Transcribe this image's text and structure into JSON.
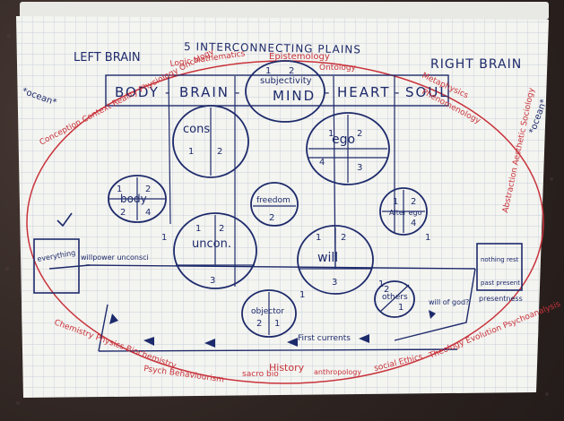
{
  "header": {
    "title": "5 INTERCONNECTING PLAINS",
    "left_brain": "LEFT BRAIN",
    "right_brain": "RIGHT BRAIN"
  },
  "main_row": {
    "body": "BODY",
    "brain": "BRAIN",
    "mind": "MIND",
    "heart": "HEART",
    "soul": "SOUL"
  },
  "circles": {
    "subjectivity": "subjectivity",
    "cons": "cons",
    "ego": "ego",
    "body": "body",
    "freedom": "freedom",
    "alter_ego": "Alter ego",
    "uncon": "uncon.",
    "will": "will",
    "objector": "objector",
    "others": "others"
  },
  "numbers": {
    "one": "1",
    "two": "2",
    "three": "3",
    "four": "4"
  },
  "side_notes": {
    "ocean_left": "*ocean*",
    "ocean_right": "*ocean*",
    "everything": "everything",
    "nothing": "nothing",
    "nothing_rest": "nothing rest",
    "past_present": "past present",
    "presentness": "presentness",
    "will_god": "will of god?",
    "willpower_uncon": "willpower unconsci",
    "first_currents": "First currents",
    "red_left": "Conception Context Reality Physiology Oncology",
    "red_right": "Abstraction Aesthetic Sociology",
    "red_bottom_left": "Chemistry Physics Biochemistry",
    "red_bottom": "Psych Behaviourism",
    "red_history": "History",
    "red_anthropology": "anthropology",
    "red_sociology": "social Ethics",
    "red_theology": "Theology Evolution Psychoanalysis",
    "red_top1": "Logic Mathematics",
    "red_top2": "Epistemology",
    "red_top3": "Ontology",
    "red_top4": "Phenomenology",
    "red_top5": "Metaphysics",
    "red_sacred": "sacro bio"
  },
  "colors": {
    "paper": "#f4f4f0",
    "grid": "#bcc6d6",
    "blue_ink": "#1d2a6b",
    "red_ink": "#c8323a",
    "background": "#2e2421"
  }
}
